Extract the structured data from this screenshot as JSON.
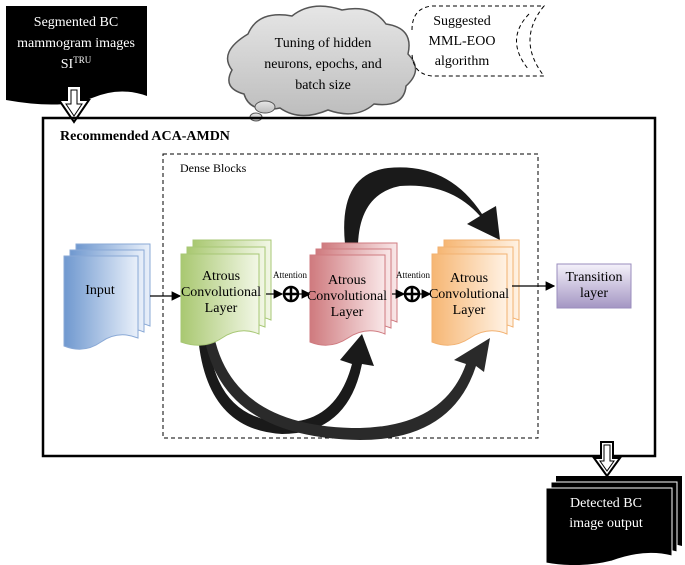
{
  "input_doc": {
    "line1": "Segmented BC",
    "line2": "mammogram images",
    "sym": "SI",
    "sup": "TRU"
  },
  "output_doc": {
    "line1": "Detected BC",
    "line2": "image output"
  },
  "cloud": {
    "line1": "Tuning of hidden",
    "line2": "neurons, epochs, and",
    "line3": "batch size"
  },
  "algorithm": {
    "line1": "Suggested",
    "line2": "MML-EOO",
    "line3": "algorithm"
  },
  "model": {
    "title": "Recommended ACA-AMDN",
    "dense_label": "Dense Blocks",
    "input_label": "Input",
    "conv1": {
      "line1": "Atrous",
      "line2": "Convolutional",
      "line3": "Layer"
    },
    "conv2": {
      "line1": "Atrous",
      "line2": "Convolutional",
      "line3": "Layer"
    },
    "conv3": {
      "line1": "Atrous",
      "line2": "Convolutional",
      "line3": "Layer"
    },
    "attention1": "Attention",
    "attention2": "Attention",
    "transition": {
      "line1": "Transition",
      "line2": "layer"
    }
  },
  "colors": {
    "input": "#7fa4d4",
    "conv1": "#b5cf7f",
    "conv2": "#d98f92",
    "conv3": "#f7c48e",
    "transition": "#a99cc5",
    "doc": "#000000",
    "cloud": "#cfcfcf"
  }
}
